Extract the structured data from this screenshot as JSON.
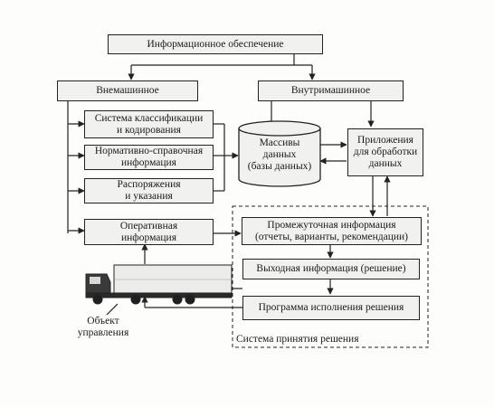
{
  "diagram": {
    "top": "Информационное обеспечение",
    "external": "Внемашинное",
    "internal": "Внутримашинное",
    "classification": "Система классификации\nи кодирования",
    "normative": "Нормативно-справочная\nинформация",
    "orders": "Распоряжения\nи указания",
    "operational": "Оперативная\nинформация",
    "arrays": "Массивы\nданных\n(базы данных)",
    "applications": "Приложения\nдля обработки\nданных",
    "intermediate": "Промежуточная информация\n(отчеты, варианты, рекомендации)",
    "output": "Выходная информация (решение)",
    "program": "Программа исполнения решения",
    "decision_system": "Система принятия решения",
    "control_object": "Объект\nуправления"
  },
  "colors": {
    "line": "#222222",
    "box_fill": "#f1f1ef",
    "truck_body": "#2a2a2a"
  }
}
